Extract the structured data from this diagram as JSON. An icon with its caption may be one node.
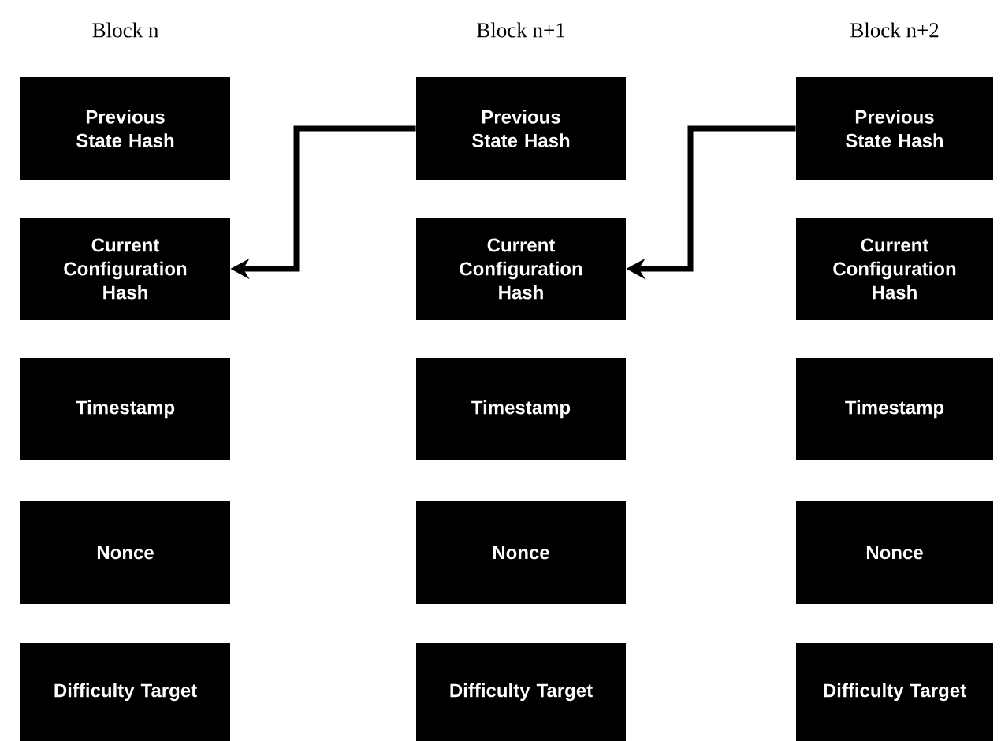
{
  "diagram": {
    "nodes": [
      {
        "text": [
          "Previous State Hash"
        ]
      },
      {
        "text": [
          "Previous State Hash"
        ]
      },
      {
        "text": [
          "Previous State Hash"
        ]
      },
      {
        "text": [
          "Current Configuration Hash"
        ]
      },
      {
        "text": [
          "Current Configuration Hash"
        ]
      },
      {
        "text": [
          "Current Configuration Hash"
        ]
      },
      {
        "text": [
          "Timestamp"
        ]
      },
      {
        "text": [
          "Timestamp"
        ]
      },
      {
        "text": [
          "Timestamp"
        ]
      },
      {
        "text": [
          "Nonce"
        ]
      },
      {
        "text": [
          "Nonce"
        ]
      },
      {
        "text": [
          "Nonce"
        ]
      },
      {
        "text": [
          "Difficulty Target"
        ]
      },
      {
        "text": [
          "Difficulty Target"
        ]
      },
      {
        "text": [
          "Difficulty Target"
        ]
      }
    ],
    "edges": [
      {
        "from": 1,
        "to": 3,
        "arrow": "to"
      },
      {
        "from": 2,
        "to": 4,
        "arrow": "to"
      }
    ],
    "labels": [
      "Block n",
      "Block n+1",
      "Block n+2"
    ]
  }
}
